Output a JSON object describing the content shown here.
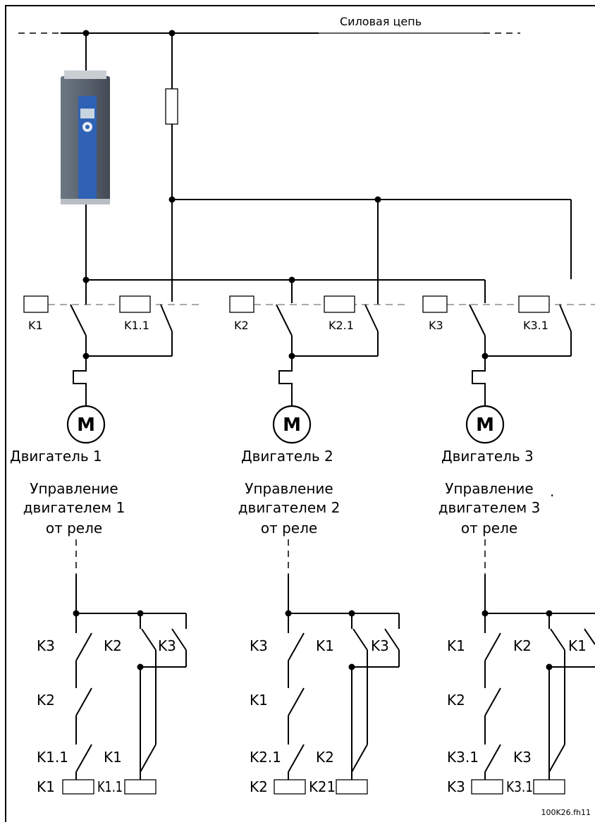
{
  "power_circuit": "Силовая цепь",
  "contactors_top": [
    "K1",
    "K1.1",
    "K2",
    "K2.1",
    "K3",
    "K3.1"
  ],
  "motors": [
    {
      "symbol": "M",
      "name": "Двигатель 1",
      "ctrl1": "Управление",
      "ctrl2": "двигателем 1",
      "ctrl3": "от  реле"
    },
    {
      "symbol": "M",
      "name": "Двигатель 2",
      "ctrl1": "Управление",
      "ctrl2": "двигателем 2",
      "ctrl3": "от  реле"
    },
    {
      "symbol": "M",
      "name": "Двигатель 3",
      "ctrl1": "Управление",
      "ctrl2": "двигателем 3",
      "ctrl3": "от  реле"
    }
  ],
  "ladders": [
    {
      "c1": "K3",
      "c2": "K2",
      "c3": "K3",
      "r2": "K2",
      "r3a": "K1.1",
      "r3b": "K1",
      "coil1": "K1",
      "coil2": "K1.1"
    },
    {
      "c1": "K3",
      "c2": "K1",
      "c3": "K3",
      "r2": "K1",
      "r3a": "K2.1",
      "r3b": "K2",
      "coil1": "K2",
      "coil2": "K21"
    },
    {
      "c1": "K1",
      "c2": "K2",
      "c3": "K1",
      "r2": "K2",
      "r3a": "K3.1",
      "r3b": "K3",
      "coil1": "K3",
      "coil2": "K3.1"
    }
  ],
  "stray_dot": ".",
  "footer": "100K26.fh11"
}
